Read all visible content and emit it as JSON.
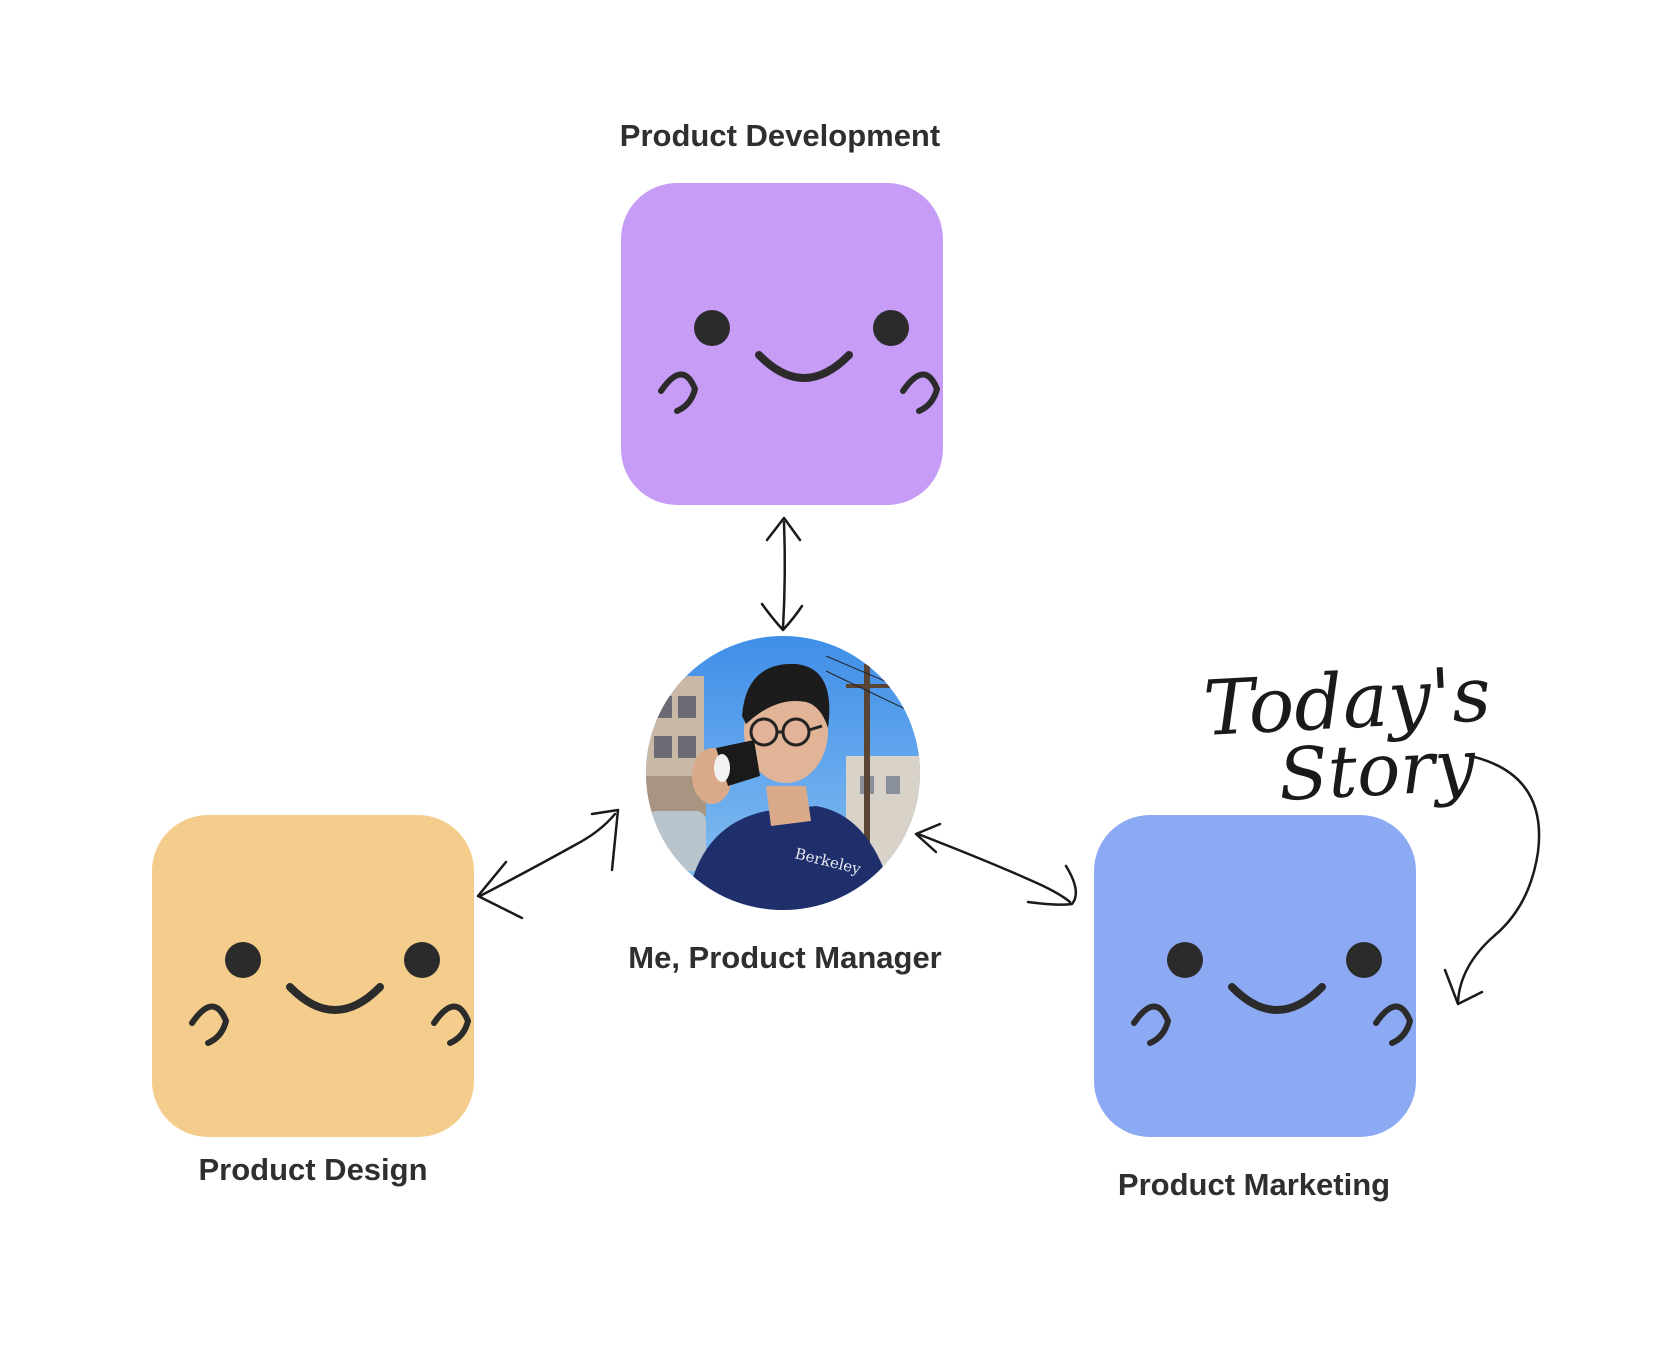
{
  "nodes": {
    "development": {
      "label": "Product Development",
      "color": "#c69cf6"
    },
    "design": {
      "label": "Product Design",
      "color": "#f4cd8c"
    },
    "marketing": {
      "label": "Product Marketing",
      "color": "#8ca9f4"
    },
    "manager": {
      "label": "Me, Product Manager"
    }
  },
  "annotation": {
    "line1": "Today's",
    "line2": "Story"
  },
  "edges": [
    {
      "from": "manager",
      "to": "development",
      "bidirectional": true
    },
    {
      "from": "manager",
      "to": "design",
      "bidirectional": true
    },
    {
      "from": "manager",
      "to": "marketing",
      "bidirectional": true
    },
    {
      "from": "annotation",
      "to": "marketing",
      "bidirectional": false
    }
  ],
  "colors": {
    "face": "#2b2b2b",
    "ink": "#1a1a1a",
    "label": "#2f2f2f"
  }
}
